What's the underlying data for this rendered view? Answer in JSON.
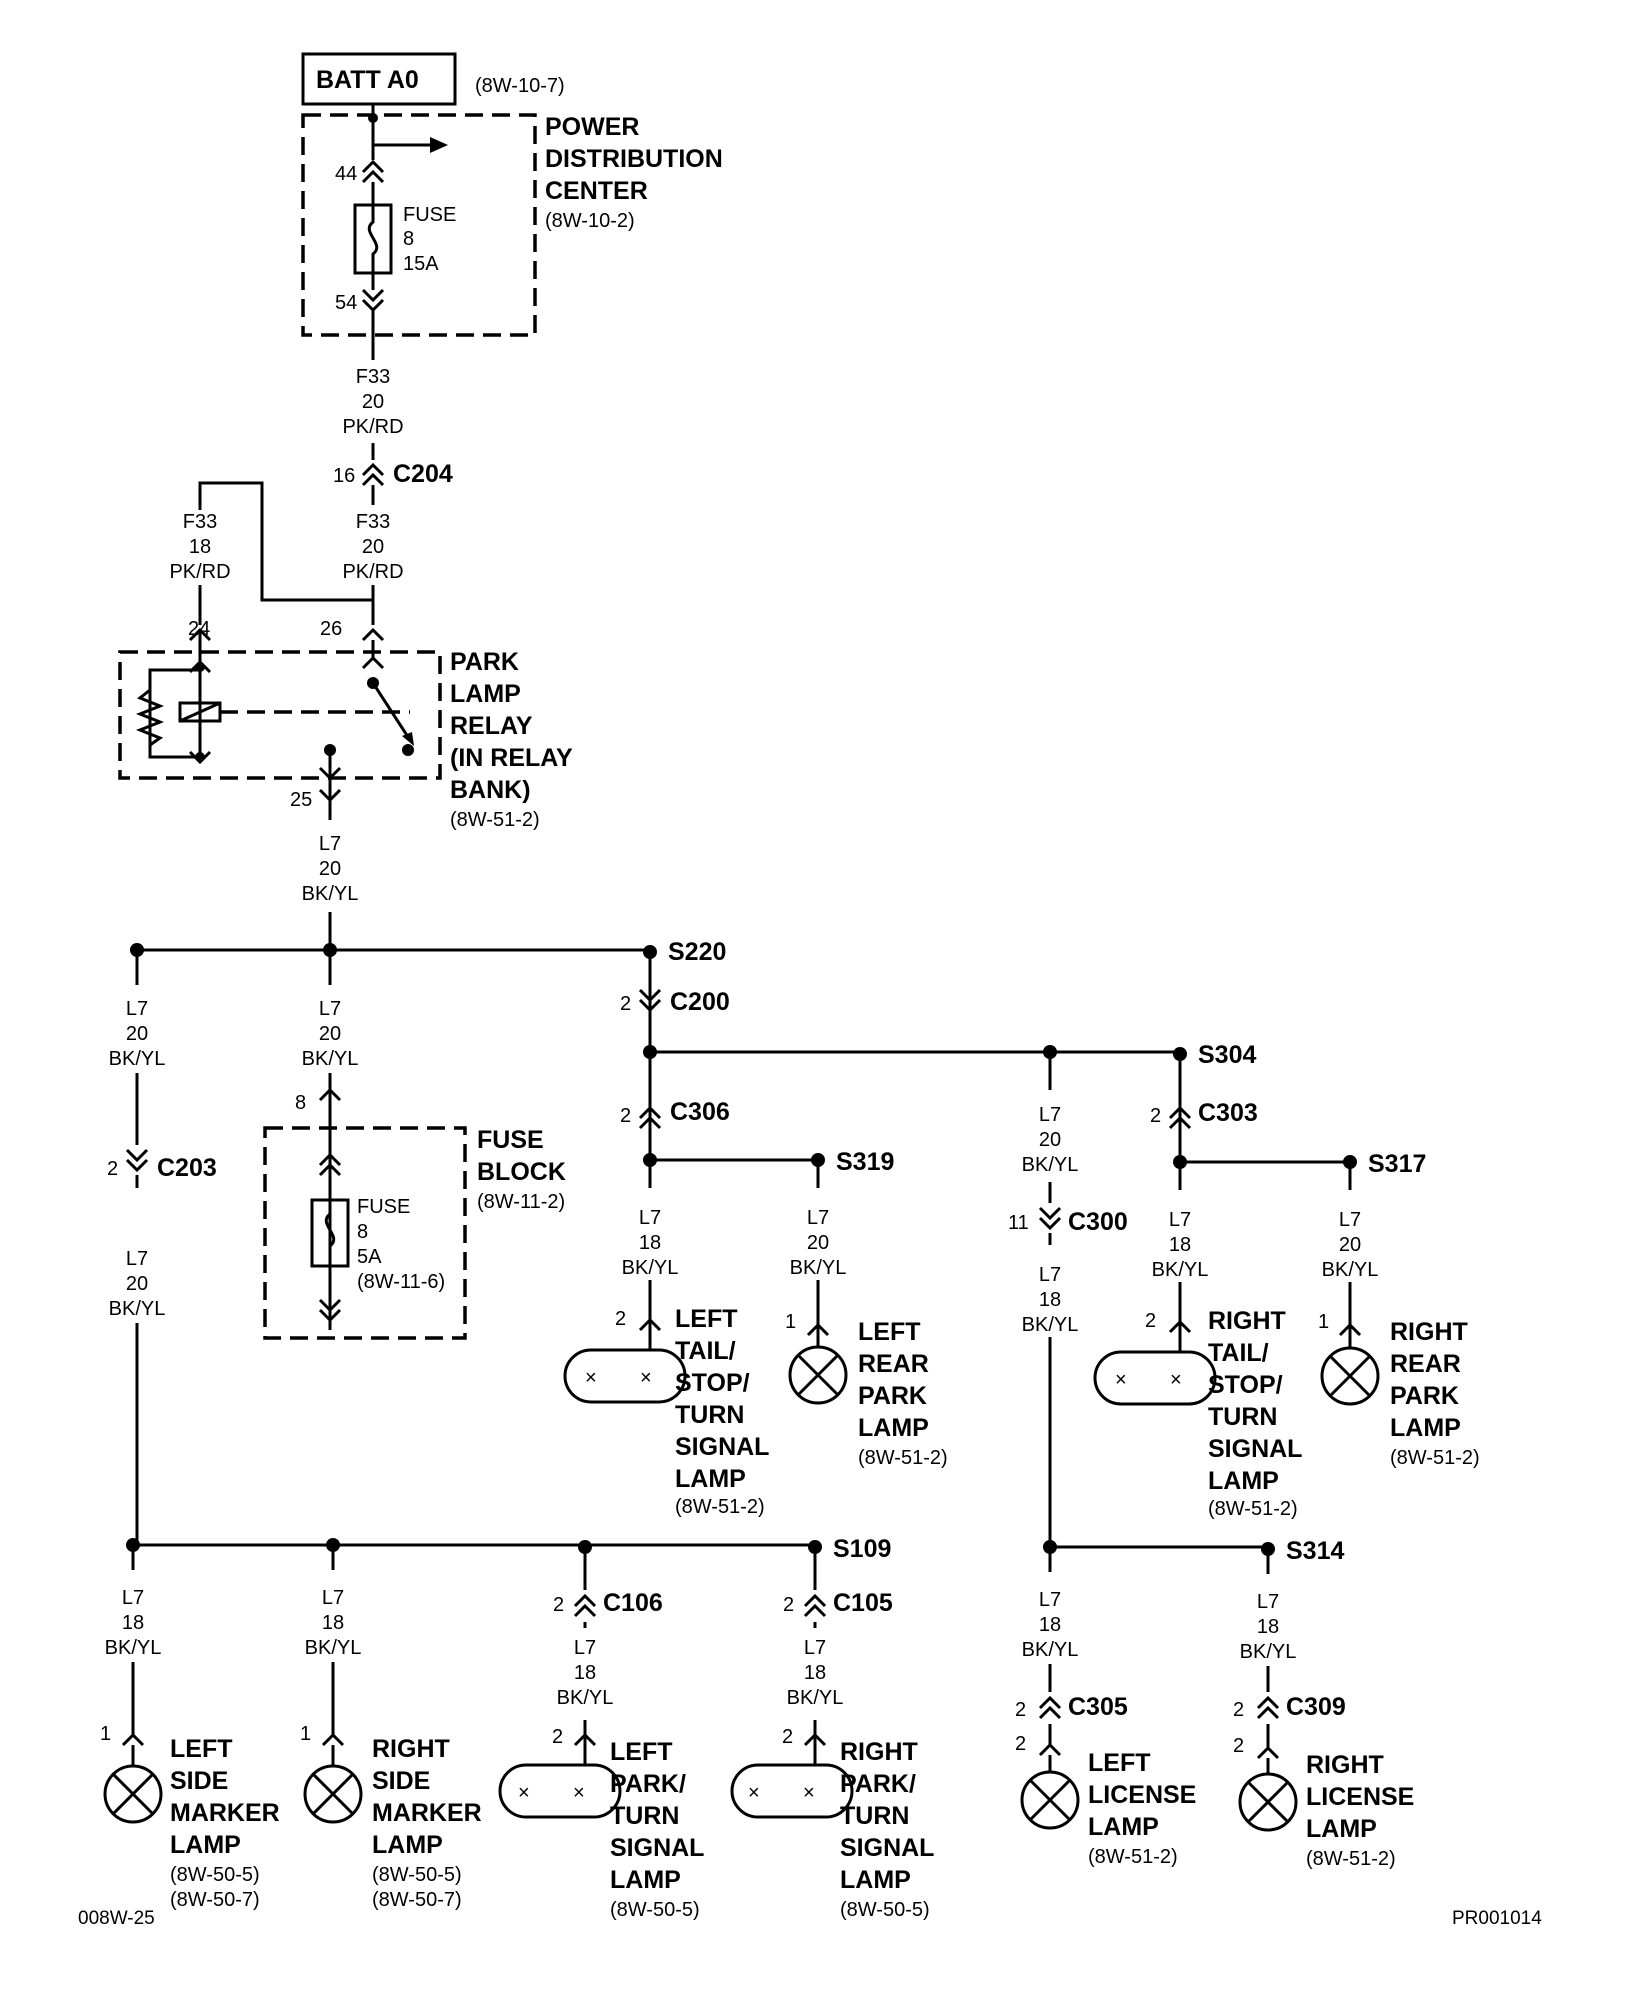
{
  "batt": {
    "title": "BATT A0",
    "ref": "(8W-10-7)"
  },
  "pdc": {
    "lines": [
      "POWER",
      "DISTRIBUTION",
      "CENTER"
    ],
    "ref": "(8W-10-2)",
    "fuse": [
      "FUSE",
      "8",
      "15A"
    ],
    "pin_top": "44",
    "pin_bottom": "54"
  },
  "wire_f33_pdc": [
    "F33",
    "20",
    "PK/RD"
  ],
  "c204": {
    "name": "C204",
    "pin": "16"
  },
  "wire_f33_after_c204": [
    "F33",
    "20",
    "PK/RD"
  ],
  "wire_f33_branch": [
    "F33",
    "18",
    "PK/RD"
  ],
  "relay": {
    "lines": [
      "PARK",
      "LAMP",
      "RELAY",
      "(IN RELAY",
      "BANK)"
    ],
    "ref": "(8W-51-2)",
    "pin_24": "24",
    "pin_26": "26",
    "pin_25": "25"
  },
  "wire_l7_relay": [
    "L7",
    "20",
    "BK/YL"
  ],
  "s220": "S220",
  "c200": {
    "name": "C200",
    "pin": "2"
  },
  "c306": {
    "name": "C306",
    "pin": "2"
  },
  "s319": "S319",
  "s304": "S304",
  "c303": {
    "name": "C303",
    "pin": "2"
  },
  "s317": "S317",
  "c300": {
    "name": "C300",
    "pin": "11"
  },
  "c203": {
    "name": "C203",
    "pin": "2"
  },
  "wire_left_1": [
    "L7",
    "20",
    "BK/YL"
  ],
  "wire_left_2": [
    "L7",
    "20",
    "BK/YL"
  ],
  "wire_mid_fb": [
    "L7",
    "20",
    "BK/YL"
  ],
  "fuse_block": {
    "lines": [
      "FUSE",
      "BLOCK"
    ],
    "ref": "(8W-11-2)",
    "pin": "8",
    "fuse": [
      "FUSE",
      "8",
      "5A",
      "(8W-11-6)"
    ]
  },
  "wire_s306_left": [
    "L7",
    "18",
    "BK/YL"
  ],
  "wire_s319": [
    "L7",
    "20",
    "BK/YL"
  ],
  "wire_s304_c300": [
    "L7",
    "20",
    "BK/YL"
  ],
  "wire_c300_below": [
    "L7",
    "18",
    "BK/YL"
  ],
  "wire_c303_left": [
    "L7",
    "18",
    "BK/YL"
  ],
  "wire_s317": [
    "L7",
    "20",
    "BK/YL"
  ],
  "lamps_upper": [
    {
      "pin": "2",
      "lines": [
        "LEFT",
        "TAIL/",
        "STOP/",
        "TURN",
        "SIGNAL",
        "LAMP"
      ],
      "ref": "(8W-51-2)"
    },
    {
      "pin": "1",
      "lines": [
        "LEFT",
        "REAR",
        "PARK",
        "LAMP"
      ],
      "ref": "(8W-51-2)"
    },
    {
      "pin": "2",
      "lines": [
        "RIGHT",
        "TAIL/",
        "STOP/",
        "TURN",
        "SIGNAL",
        "LAMP"
      ],
      "ref": "(8W-51-2)"
    },
    {
      "pin": "1",
      "lines": [
        "RIGHT",
        "REAR",
        "PARK",
        "LAMP"
      ],
      "ref": "(8W-51-2)"
    }
  ],
  "s109": "S109",
  "s314": "S314",
  "c106": {
    "name": "C106",
    "pin": "2"
  },
  "c105": {
    "name": "C105",
    "pin": "2"
  },
  "c305": {
    "name": "C305",
    "pin": "2"
  },
  "c309": {
    "name": "C309",
    "pin": "2"
  },
  "wires_lower": [
    [
      "L7",
      "18",
      "BK/YL"
    ],
    [
      "L7",
      "18",
      "BK/YL"
    ],
    [
      "L7",
      "18",
      "BK/YL"
    ],
    [
      "L7",
      "18",
      "BK/YL"
    ],
    [
      "L7",
      "18",
      "BK/YL"
    ],
    [
      "L7",
      "18",
      "BK/YL"
    ]
  ],
  "lamps_lower": [
    {
      "pin": "1",
      "lines": [
        "LEFT",
        "SIDE",
        "MARKER",
        "LAMP"
      ],
      "refs": [
        "(8W-50-5)",
        "(8W-50-7)"
      ]
    },
    {
      "pin": "1",
      "lines": [
        "RIGHT",
        "SIDE",
        "MARKER",
        "LAMP"
      ],
      "refs": [
        "(8W-50-5)",
        "(8W-50-7)"
      ]
    },
    {
      "pin": "2",
      "lines": [
        "LEFT",
        "PARK/",
        "TURN",
        "SIGNAL",
        "LAMP"
      ],
      "refs": [
        "(8W-50-5)"
      ]
    },
    {
      "pin": "2",
      "lines": [
        "RIGHT",
        "PARK/",
        "TURN",
        "SIGNAL",
        "LAMP"
      ],
      "refs": [
        "(8W-50-5)"
      ]
    },
    {
      "pin": "2",
      "lines": [
        "LEFT",
        "LICENSE",
        "LAMP"
      ],
      "refs": [
        "(8W-51-2)"
      ]
    },
    {
      "pin": "2",
      "lines": [
        "RIGHT",
        "LICENSE",
        "LAMP"
      ],
      "refs": [
        "(8W-51-2)"
      ]
    }
  ],
  "footer": {
    "left": "008W-25",
    "right": "PR001014"
  }
}
